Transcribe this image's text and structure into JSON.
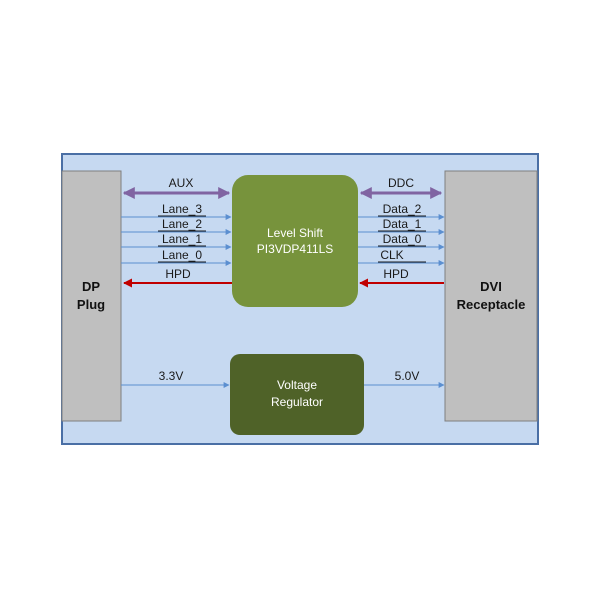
{
  "colors": {
    "panel_fill": "#c6d9f1",
    "panel_border": "#4a6fa5",
    "connector_fill": "#bfbfbf",
    "level_shift_fill": "#77933c",
    "regulator_fill": "#4f6228",
    "signal_arrow": "#5b8fd0",
    "bidir_arrow": "#8064a2",
    "hpd_arrow": "#c00000"
  },
  "dp_plug": {
    "line1": "DP",
    "line2": "Plug"
  },
  "dvi_receptacle": {
    "line1": "DVI",
    "line2": "Receptacle"
  },
  "level_shift": {
    "line1": "Level Shift",
    "line2": "PI3VDP411LS"
  },
  "voltage_regulator": {
    "line1": "Voltage",
    "line2": "Regulator"
  },
  "left_signals": {
    "aux": "AUX",
    "lane_3": "Lane_3",
    "lane_2": "Lane_2",
    "lane_1": "Lane_1",
    "lane_0": "Lane_0",
    "hpd": "HPD"
  },
  "right_signals": {
    "ddc": "DDC",
    "data_2": "Data_2",
    "data_1": "Data_1",
    "data_0": "Data_0",
    "clk": "CLK",
    "hpd": "HPD"
  },
  "power": {
    "input": "3.3V",
    "output": "5.0V"
  }
}
